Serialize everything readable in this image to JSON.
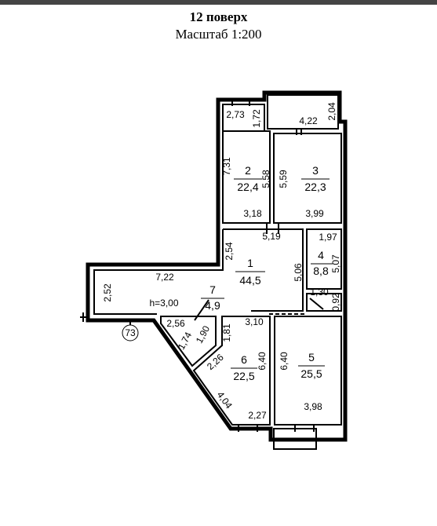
{
  "header": {
    "floor": "12 поверх",
    "scale": "Масштаб 1:200"
  },
  "plan": {
    "ceiling_height": "h=3,00",
    "axis_marker": "73",
    "rooms": [
      {
        "number": "1",
        "area": "44,5"
      },
      {
        "number": "2",
        "area": "22,4"
      },
      {
        "number": "3",
        "area": "22,3"
      },
      {
        "number": "4",
        "area": "8,8"
      },
      {
        "number": "5",
        "area": "25,5"
      },
      {
        "number": "6",
        "area": "22,5"
      },
      {
        "number": "7",
        "area": "4,9"
      }
    ],
    "dimensions": {
      "balcony_left_width": "2,73",
      "balcony_left_depth": "1,72",
      "balcony_right_depth": "2,04",
      "balcony_right_width": "4,22",
      "room2_height": "7,31",
      "room2_inner_height": "5,58",
      "room3_inner_height": "5,59",
      "room2_width": "3,18",
      "room3_width": "3,99",
      "corridor_width": "5,19",
      "room4_width": "1,97",
      "hall_left_height": "2,54",
      "hall_mid_height": "5,06",
      "room4_height": "5,07",
      "hall_length": "7,22",
      "hall_end": "2,52",
      "closet_width": "1,30",
      "closet_height": "0,92",
      "room7_width": "2,56",
      "room7_diag1": "1,74",
      "room7_diag2": "1,90",
      "room6_top": "3,10",
      "room6_side": "1,81",
      "room6_diag": "2,26",
      "room6_height": "6,40",
      "room5_height": "6,40",
      "room6_diag_long": "4,04",
      "room6_bottom": "2,27",
      "room5_bottom": "3,98"
    }
  }
}
